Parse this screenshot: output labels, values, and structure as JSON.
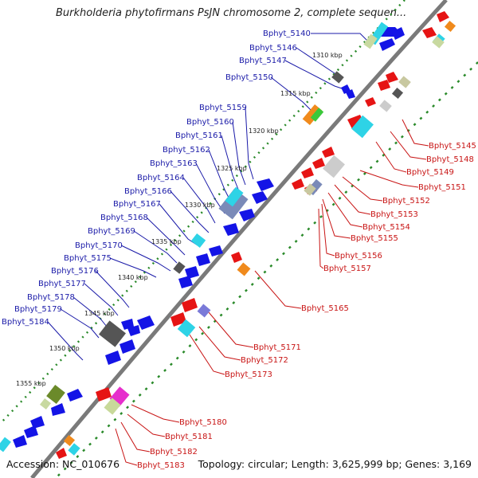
{
  "title": "Burkholderia phytofirmans PsJN chromosome 2, complete sequen...",
  "footer": {
    "accession": "Accession: NC_010676",
    "summary": "Topology: circular; Length: 3,625,999 bp; Genes: 3,169"
  },
  "colors": {
    "backbone": "#7a7a7a",
    "tick": "#2a8a2a",
    "forward_gene": "#1414e6",
    "reverse_gene": "#e61414",
    "left_label": "#1a1aa8",
    "right_label": "#c81414"
  },
  "kbp_labels": [
    "1310 kbp",
    "1315 kbp",
    "1320 kbp",
    "1325 kbp",
    "1330 kbp",
    "1335 kbp",
    "1340 kbp",
    "1345 kbp",
    "1350 kbp",
    "1355 kbp"
  ],
  "left_labels": [
    "Bphyt_5140",
    "Bphyt_5146",
    "Bphyt_5147",
    "Bphyt_5150",
    "Bphyt_5159",
    "Bphyt_5160",
    "Bphyt_5161",
    "Bphyt_5162",
    "Bphyt_5163",
    "Bphyt_5164",
    "Bphyt_5166",
    "Bphyt_5167",
    "Bphyt_5168",
    "Bphyt_5169",
    "Bphyt_5170",
    "Bphyt_5175",
    "Bphyt_5176",
    "Bphyt_5177",
    "Bphyt_5178",
    "Bphyt_5179",
    "Bphyt_5184"
  ],
  "right_labels": [
    "Bphyt_5145",
    "Bphyt_5148",
    "Bphyt_5149",
    "Bphyt_5151",
    "Bphyt_5152",
    "Bphyt_5153",
    "Bphyt_5154",
    "Bphyt_5155",
    "Bphyt_5156",
    "Bphyt_5157",
    "Bphyt_5165",
    "Bphyt_5171",
    "Bphyt_5172",
    "Bphyt_5173",
    "Bphyt_5180",
    "Bphyt_5181",
    "Bphyt_5182",
    "Bphyt_5183"
  ]
}
